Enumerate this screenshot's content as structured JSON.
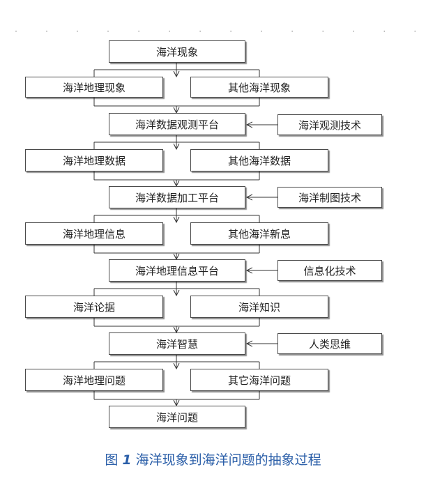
{
  "nodes": {
    "n1": "海洋现象",
    "l1": "海洋地理现象",
    "r1": "其他海洋现象",
    "p1": "海洋数据观测平台",
    "t1": "海洋观测技术",
    "l2": "海洋地理数据",
    "r2": "其他海洋数据",
    "p2": "海洋数据加工平台",
    "t2": "海洋制图技术",
    "l3": "海洋地理信息",
    "r3": "其他海洋新息",
    "p3": "海洋地理信息平台",
    "t3": "信息化技术",
    "l4": "海洋论据",
    "r4": "海洋知识",
    "p4": "海洋智慧",
    "t4": "人类思维",
    "l5": "海洋地理问题",
    "r5": "其它海洋问题",
    "n6": "海洋问题"
  },
  "caption": {
    "prefix": "图",
    "number": "1",
    "text": "海洋现象到海洋问题的抽象过程"
  }
}
